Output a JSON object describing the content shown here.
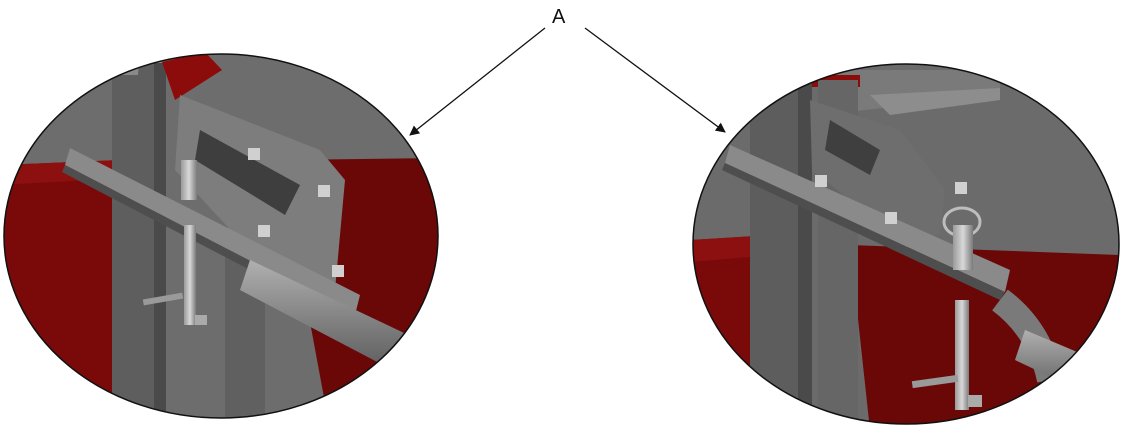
{
  "callout": {
    "label": "A"
  },
  "colors": {
    "background": "#ffffff",
    "frame_gray": "#6f6f6f",
    "frame_dark": "#4a4a4a",
    "frame_light": "#9a9a9a",
    "red_panel": "#7a0a0a",
    "red_dark": "#5a0606",
    "red_highlight": "#a01818",
    "arrow": "#111111"
  },
  "figures": [
    {
      "name": "detail-left",
      "description_icon": "hinge-pin-detail"
    },
    {
      "name": "detail-right",
      "description_icon": "hinge-pin-detail"
    }
  ]
}
